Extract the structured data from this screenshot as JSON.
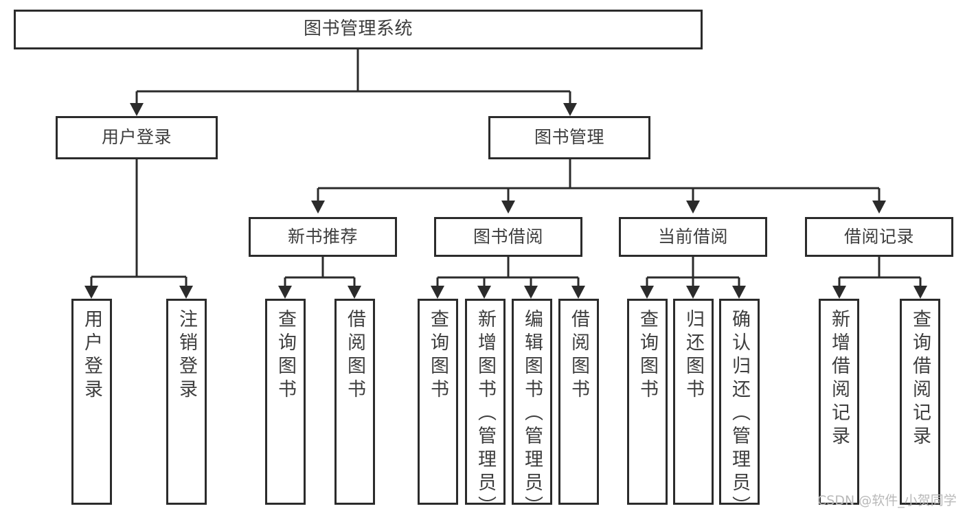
{
  "diagram": {
    "title": "图书管理系统",
    "type": "功能结构图",
    "watermark": "CSDN @软件_小贺同学",
    "colors": {
      "stroke": "#2b2b2b",
      "box_fill": "#ffffff",
      "text": "#3d3d3d",
      "background": "#ffffff",
      "watermark": "#b9b9b9"
    },
    "nodes": {
      "root": {
        "label": "图书管理系统",
        "level": 1
      },
      "level2": [
        {
          "id": "user-login",
          "label": "用户登录"
        },
        {
          "id": "book-manage",
          "label": "图书管理"
        }
      ],
      "level3": [
        {
          "id": "new-book-rec",
          "label": "新书推荐",
          "parent": "book-manage"
        },
        {
          "id": "book-borrow",
          "label": "图书借阅",
          "parent": "book-manage"
        },
        {
          "id": "current-borrow",
          "label": "当前借阅",
          "parent": "book-manage"
        },
        {
          "id": "borrow-record",
          "label": "借阅记录",
          "parent": "book-manage"
        }
      ],
      "leaves": [
        {
          "id": "leaf-user-login",
          "label": "用户登录",
          "parent": "user-login"
        },
        {
          "id": "leaf-logout",
          "label": "注销登录",
          "parent": "user-login"
        },
        {
          "id": "leaf-query-book-1",
          "label": "查询图书",
          "parent": "new-book-rec"
        },
        {
          "id": "leaf-borrow-book-1",
          "label": "借阅图书",
          "parent": "new-book-rec"
        },
        {
          "id": "leaf-query-book-2",
          "label": "查询图书",
          "parent": "book-borrow"
        },
        {
          "id": "leaf-add-book",
          "label": "新增图书（管理员）",
          "parent": "book-borrow"
        },
        {
          "id": "leaf-edit-book",
          "label": "编辑图书（管理员）",
          "parent": "book-borrow"
        },
        {
          "id": "leaf-borrow-book-2",
          "label": "借阅图书",
          "parent": "book-borrow"
        },
        {
          "id": "leaf-query-book-3",
          "label": "查询图书",
          "parent": "current-borrow"
        },
        {
          "id": "leaf-return-book",
          "label": "归还图书",
          "parent": "current-borrow"
        },
        {
          "id": "leaf-confirm-return",
          "label": "确认归还（管理员）",
          "parent": "current-borrow"
        },
        {
          "id": "leaf-add-record",
          "label": "新增借阅记录",
          "parent": "borrow-record"
        },
        {
          "id": "leaf-query-record",
          "label": "查询借阅记录",
          "parent": "borrow-record"
        }
      ]
    }
  }
}
